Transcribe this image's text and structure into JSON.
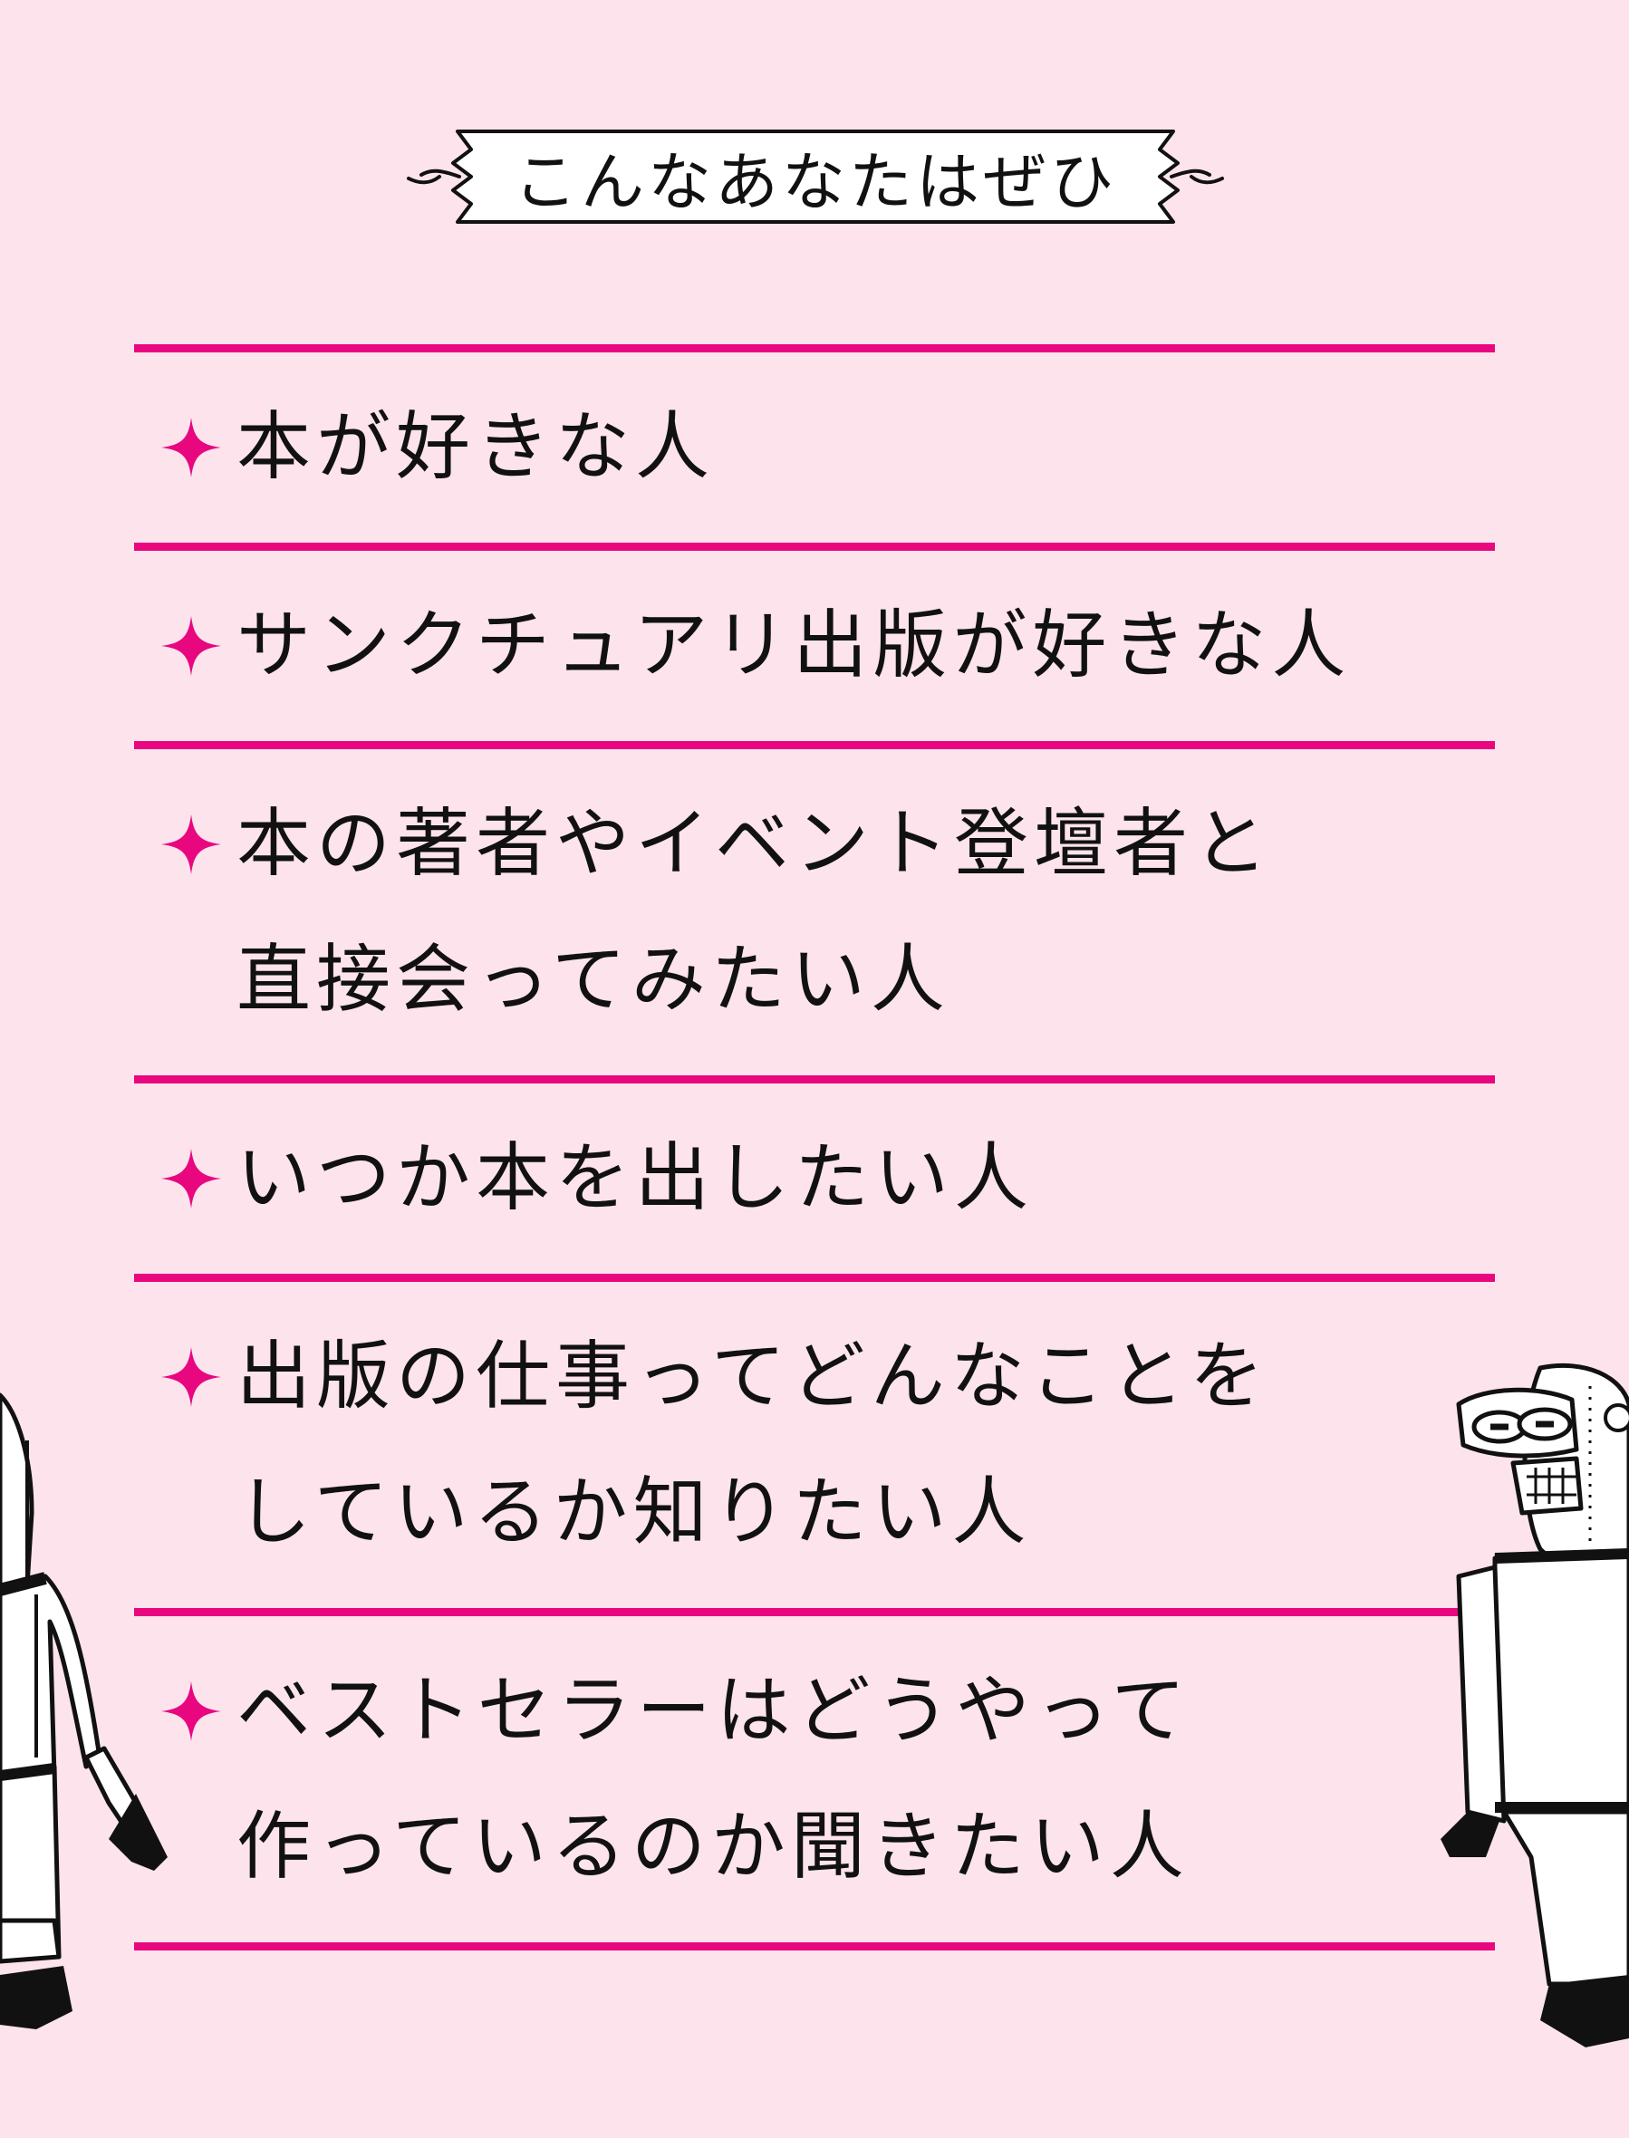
{
  "banner": {
    "title": "こんなあなたはぜひ"
  },
  "items": [
    {
      "lines": [
        "本が好きな人"
      ]
    },
    {
      "lines": [
        "サンクチュアリ出版が好きな人"
      ]
    },
    {
      "lines": [
        "本の著者やイベント登壇者と",
        "直接会ってみたい人"
      ]
    },
    {
      "lines": [
        "いつか本を出したい人"
      ]
    },
    {
      "lines": [
        "出版の仕事ってどんなことを",
        "しているか知りたい人"
      ]
    },
    {
      "lines": [
        "ベストセラーはどうやって",
        "作っているのか聞きたい人"
      ]
    }
  ],
  "colors": {
    "background": "#fce3ec",
    "accent": "#e8077f",
    "ink": "#111111"
  },
  "icons": {
    "bullet": "sparkle-icon"
  }
}
